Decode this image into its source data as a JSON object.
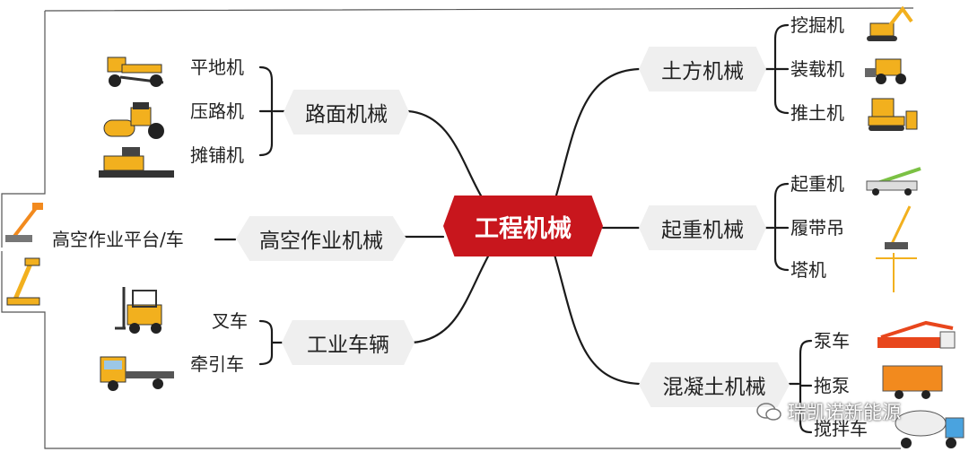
{
  "diagram": {
    "center": "工程机械",
    "branches": {
      "road": {
        "label": "路面机械",
        "items": [
          "平地机",
          "压路机",
          "摊铺机"
        ]
      },
      "aerial": {
        "label": "高空作业机械",
        "items": [
          "高空作业平台/车"
        ]
      },
      "industrial": {
        "label": "工业车辆",
        "items": [
          "叉车",
          "牵引车"
        ]
      },
      "earth": {
        "label": "土方机械",
        "items": [
          "挖掘机",
          "装载机",
          "推土机"
        ]
      },
      "lifting": {
        "label": "起重机械",
        "items": [
          "起重机",
          "履带吊",
          "塔机"
        ]
      },
      "concrete": {
        "label": "混凝土机械",
        "items": [
          "泵车",
          "拖泵",
          "搅拌车"
        ]
      }
    }
  },
  "watermark": "瑞凯诺新能源",
  "colors": {
    "center": "#c8161d",
    "node": "#efefef",
    "line": "#222222",
    "machine_yellow": "#f2b01e"
  }
}
